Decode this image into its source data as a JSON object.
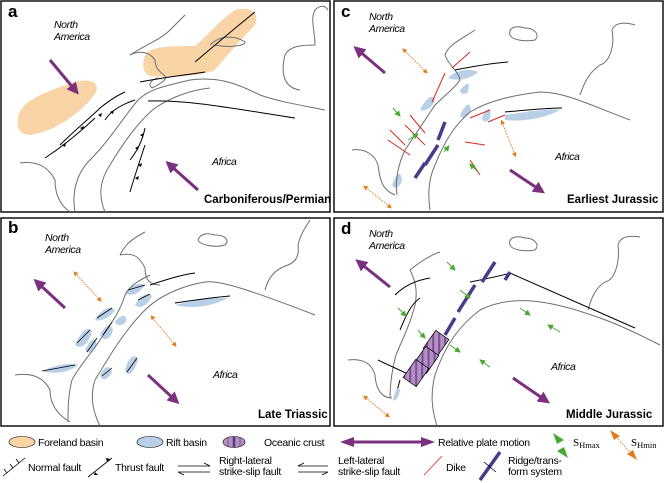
{
  "figure": {
    "colors": {
      "foreland_basin": "#f8d4a6",
      "rift_basin": "#b8cfe6",
      "oceanic_crust": "#b48fc0",
      "plate_motion": "#7a2f7f",
      "shmax": "#4aa832",
      "shmin": "#e07a1a",
      "dike": "#d62a1e",
      "ridge": "#4b3a8c",
      "coastline": "#6e6e6e"
    },
    "panels": [
      {
        "letter": "a",
        "north_america": [
          "North",
          "America"
        ],
        "africa": "Africa",
        "age": "Carboniferous/Permian"
      },
      {
        "letter": "c",
        "north_america": [
          "North",
          "America"
        ],
        "africa": "Africa",
        "age": "Earliest Jurassic"
      },
      {
        "letter": "b",
        "north_america": [
          "North",
          "America"
        ],
        "africa": "Africa",
        "age": "Late Triassic"
      },
      {
        "letter": "d",
        "north_america": [
          "North",
          "America"
        ],
        "africa": "Africa",
        "age": "Middle Jurassic"
      }
    ]
  },
  "legend": {
    "foreland_basin": "Foreland basin",
    "rift_basin": "Rift basin",
    "oceanic_crust": "Oceanic crust",
    "relative_plate_motion": "Relative plate motion",
    "shmax": {
      "symbol": "S",
      "subscript": "Hmax"
    },
    "shmin": {
      "symbol": "S",
      "subscript": "Hmin"
    },
    "normal_fault": "Normal fault",
    "thrust_fault": "Thrust fault",
    "right_lateral": [
      "Right-lateral",
      "strike-slip fault"
    ],
    "left_lateral": [
      "Left-lateral",
      "strike-slip fault"
    ],
    "dike": "Dike",
    "ridge": [
      "Ridge/trans-",
      "form system"
    ]
  }
}
